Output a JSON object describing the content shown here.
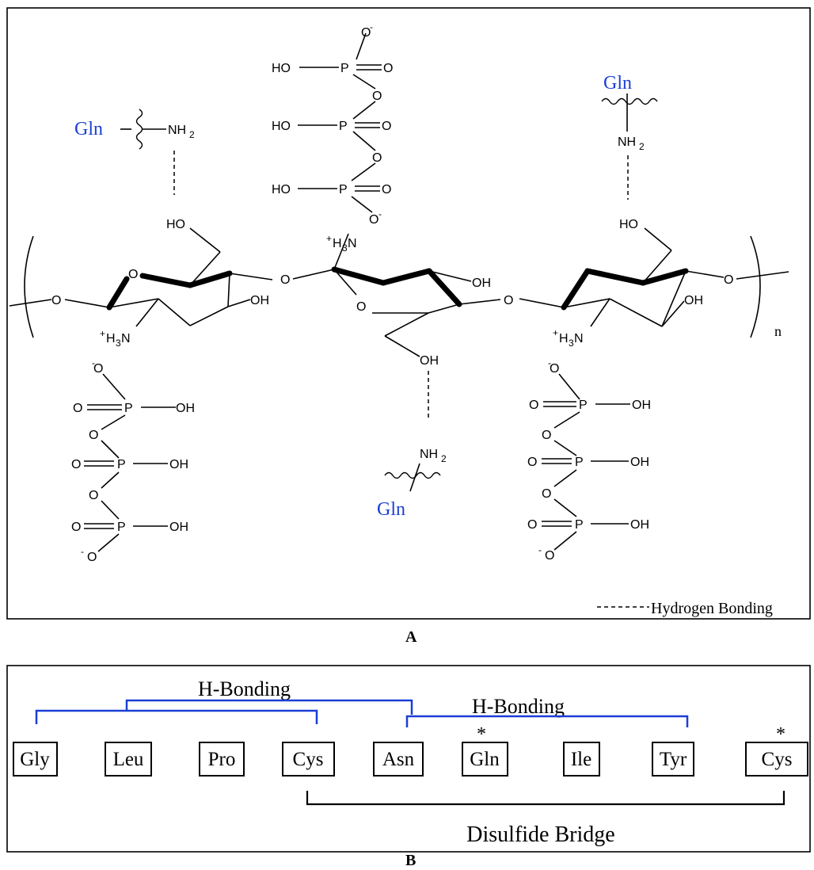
{
  "panel_a": {
    "panel_label": "A",
    "legend_label": "Hydrogen Bonding",
    "repeat_index": "n",
    "gln_label": "Gln",
    "gln_color": "#1a3fd6",
    "amine_label": "NH",
    "subscript_2": "2",
    "ammonium_label": "H",
    "ammonium_tail": "N",
    "subscript_3": "3",
    "plus_sign": "+",
    "minus_sign": "-",
    "hydroxyl_label": "OH",
    "hydroxyl_left_label": "HO",
    "oxygen_label": "O",
    "phosphorus_label": "P"
  },
  "panel_b": {
    "panel_label": "B",
    "hbond_label_left": "H-Bonding",
    "hbond_label_right": "H-Bonding",
    "disulfide_label": "Disulfide Bridge",
    "asterisk": "*",
    "bracket_color": "#1a3fd6",
    "residues": [
      "Gly",
      "Leu",
      "Pro",
      "Cys",
      "Asn",
      "Gln",
      "Ile",
      "Tyr",
      "Cys"
    ]
  }
}
